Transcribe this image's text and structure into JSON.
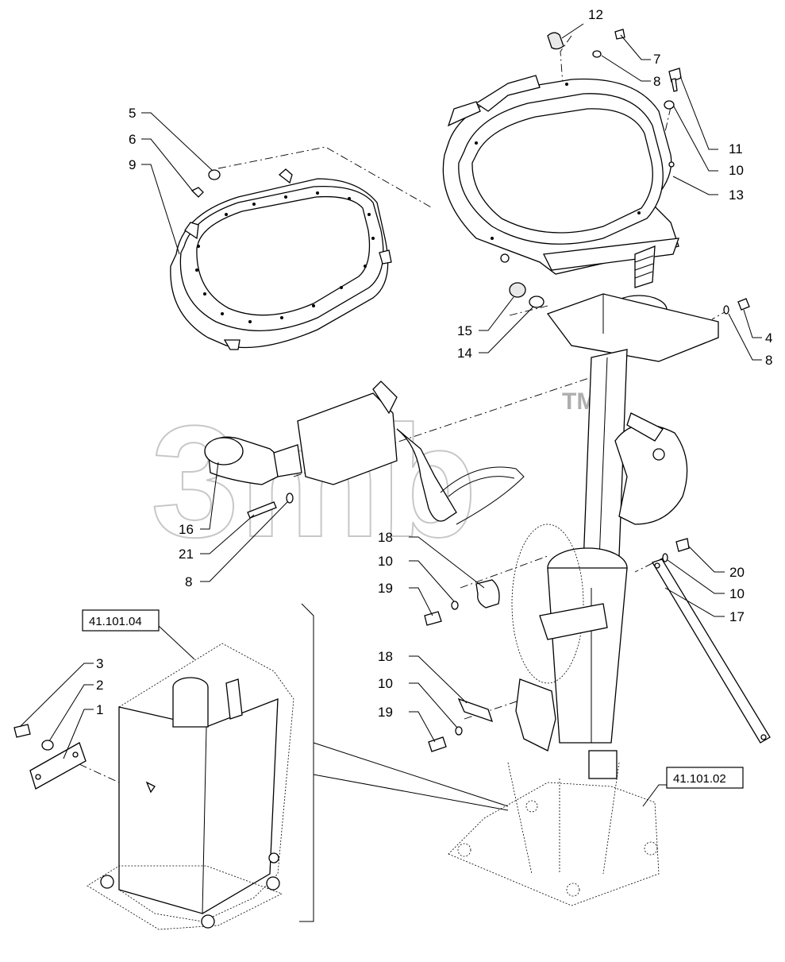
{
  "watermark": {
    "text": "3mb",
    "tm": "TM"
  },
  "reference_boxes": [
    {
      "id": "ref-left",
      "label": "41.101.04"
    },
    {
      "id": "ref-right",
      "label": "41.101.02"
    }
  ],
  "callouts": [
    {
      "id": "c12",
      "label": "12"
    },
    {
      "id": "c7",
      "label": "7"
    },
    {
      "id": "c8a",
      "label": "8"
    },
    {
      "id": "c11",
      "label": "11"
    },
    {
      "id": "c10a",
      "label": "10"
    },
    {
      "id": "c13",
      "label": "13"
    },
    {
      "id": "c5",
      "label": "5"
    },
    {
      "id": "c6",
      "label": "6"
    },
    {
      "id": "c9",
      "label": "9"
    },
    {
      "id": "c15",
      "label": "15"
    },
    {
      "id": "c14",
      "label": "14"
    },
    {
      "id": "c4",
      "label": "4"
    },
    {
      "id": "c8b",
      "label": "8"
    },
    {
      "id": "c16",
      "label": "16"
    },
    {
      "id": "c21",
      "label": "21"
    },
    {
      "id": "c8c",
      "label": "8"
    },
    {
      "id": "c18a",
      "label": "18"
    },
    {
      "id": "c10b",
      "label": "10"
    },
    {
      "id": "c19a",
      "label": "19"
    },
    {
      "id": "c20",
      "label": "20"
    },
    {
      "id": "c10c",
      "label": "10"
    },
    {
      "id": "c17",
      "label": "17"
    },
    {
      "id": "c3",
      "label": "3"
    },
    {
      "id": "c2",
      "label": "2"
    },
    {
      "id": "c1",
      "label": "1"
    },
    {
      "id": "c18b",
      "label": "18"
    },
    {
      "id": "c10d",
      "label": "10"
    },
    {
      "id": "c19b",
      "label": "19"
    }
  ]
}
